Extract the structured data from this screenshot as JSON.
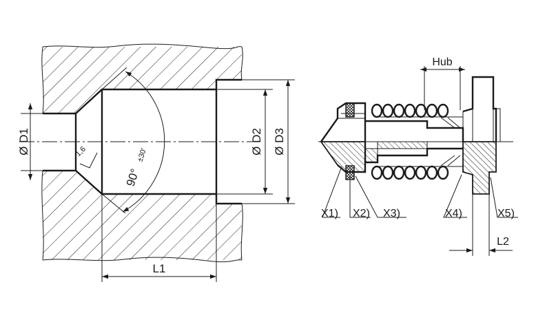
{
  "labels": {
    "d1": "Ø D1",
    "d2": "Ø D2",
    "d3": "Ø D3",
    "angle": "90°",
    "angle_tol": "±30'",
    "roughness": "1,6",
    "l1": "L1",
    "l2": "L2",
    "hub": "Hub",
    "x1": "X1)",
    "x2": "X2)",
    "x3": "X3)",
    "x4": "X4)",
    "x5": "X5)"
  }
}
